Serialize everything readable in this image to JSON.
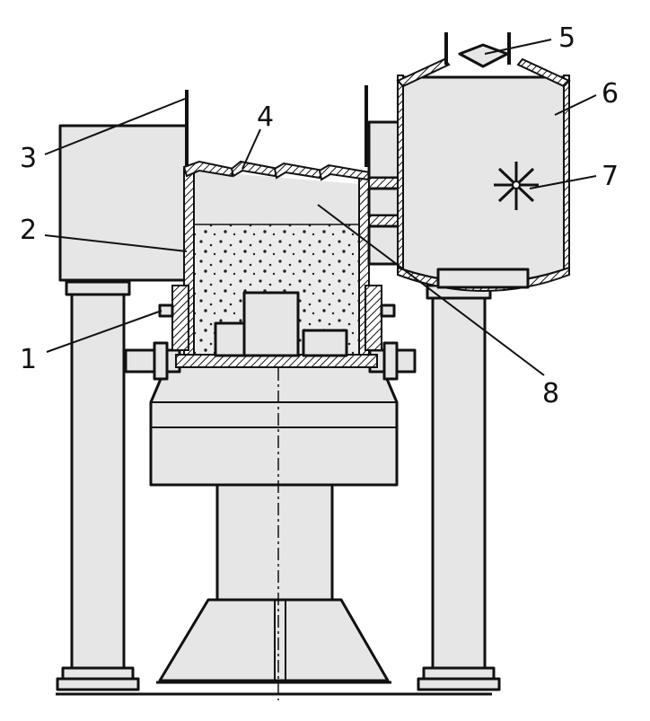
{
  "labels": {
    "1": "1",
    "2": "2",
    "3": "3",
    "4": "4",
    "5": "5",
    "6": "6",
    "7": "7",
    "8": "8"
  },
  "colors": {
    "fill": "#e6e6e6",
    "ink": "#111111",
    "background": "#ffffff"
  }
}
